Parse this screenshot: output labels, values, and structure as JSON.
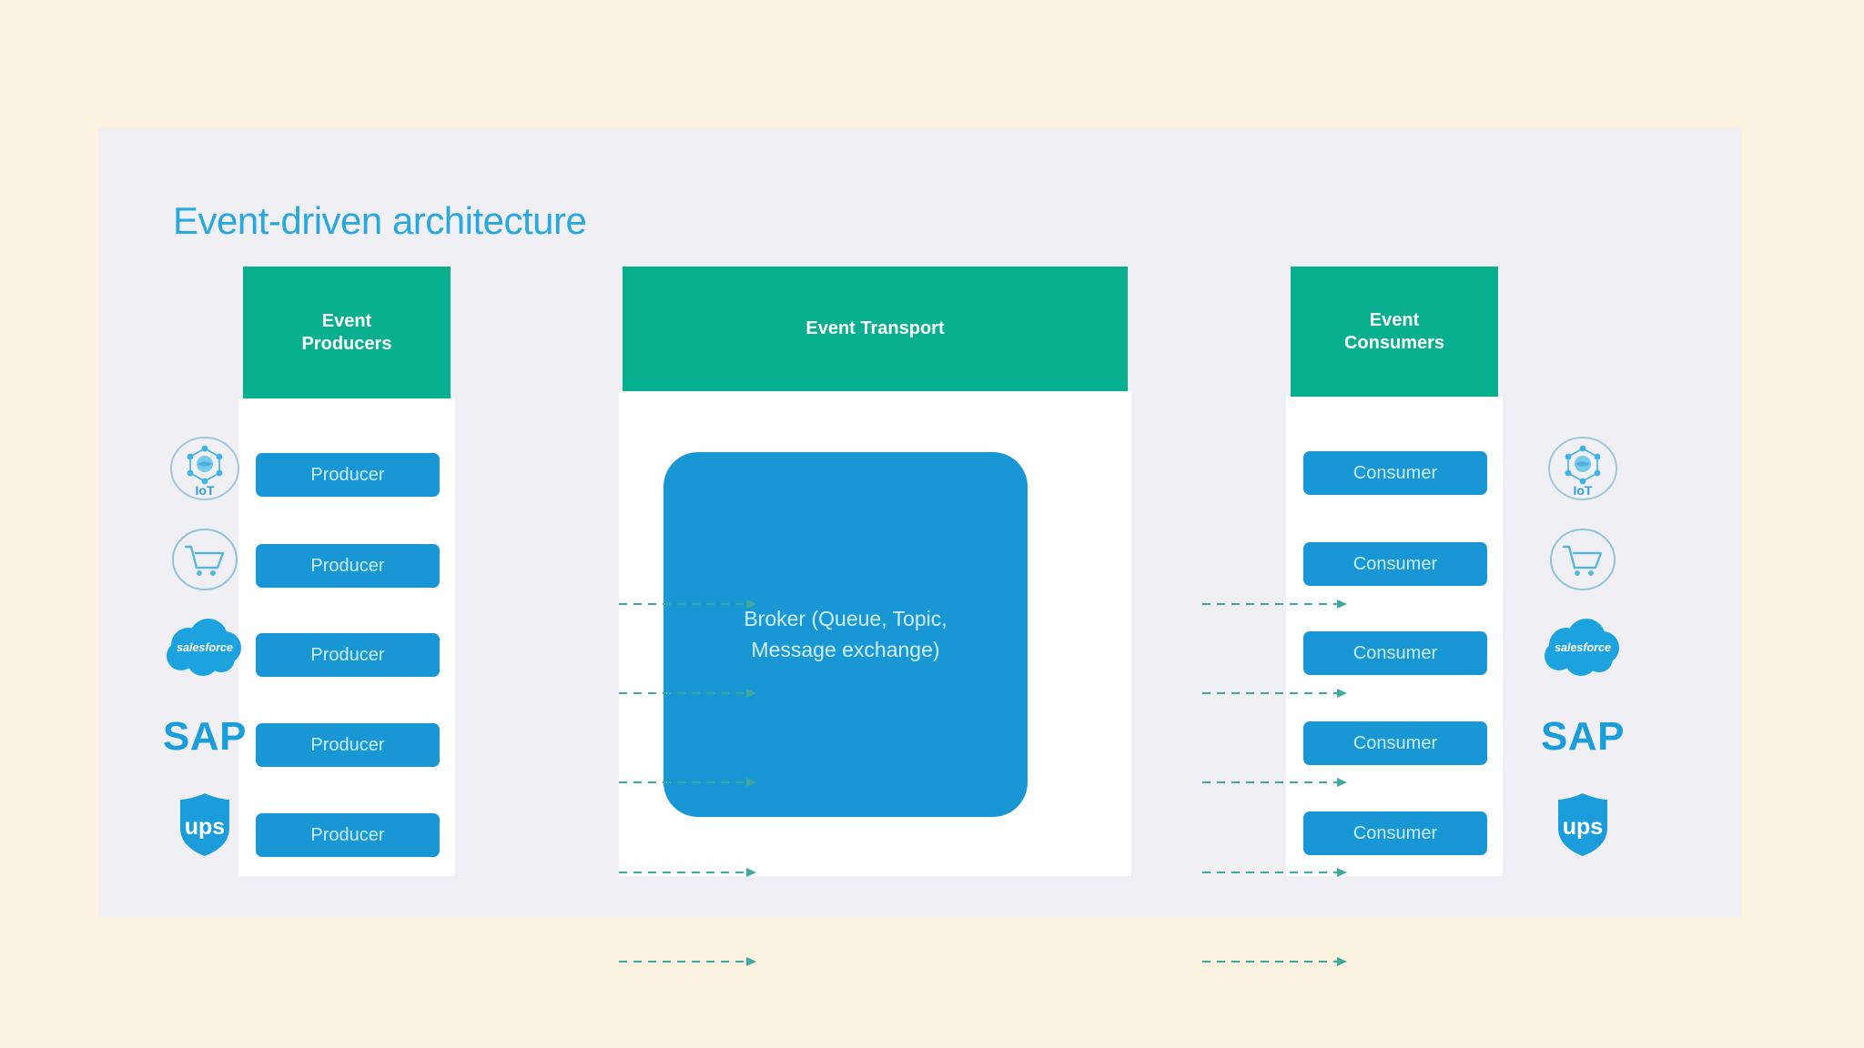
{
  "page": {
    "background_color": "#FBF3E0",
    "panel_color": "#F0EFF4"
  },
  "diagram": {
    "title": "Event-driven architecture",
    "title_color": "#29A8DE",
    "accent_green": "#08AF8F",
    "accent_blue": "#1897D4",
    "arrow_color": "#3FA9A0"
  },
  "columns": {
    "producers": {
      "header": "Event\nProducers",
      "header_line1": "Event",
      "header_line2": "Producers",
      "nodes": [
        {
          "label": "Producer"
        },
        {
          "label": "Producer"
        },
        {
          "label": "Producer"
        },
        {
          "label": "Producer"
        },
        {
          "label": "Producer"
        }
      ]
    },
    "transport": {
      "header": "Event Transport",
      "broker": {
        "line1": "Broker (Queue, Topic,",
        "line2": "Message exchange)"
      }
    },
    "consumers": {
      "header_line1": "Event",
      "header_line2": "Consumers",
      "nodes": [
        {
          "label": "Consumer"
        },
        {
          "label": "Consumer"
        },
        {
          "label": "Consumer"
        },
        {
          "label": "Consumer"
        },
        {
          "label": "Consumer"
        }
      ]
    }
  },
  "source_systems": [
    {
      "icon": "iot-icon",
      "label": "IoT"
    },
    {
      "icon": "shopping-cart-icon",
      "label": ""
    },
    {
      "icon": "salesforce-logo",
      "label": "salesforce"
    },
    {
      "icon": "sap-logo",
      "label": "SAP"
    },
    {
      "icon": "ups-logo",
      "label": "ups"
    }
  ],
  "sink_systems": [
    {
      "icon": "iot-icon",
      "label": "IoT"
    },
    {
      "icon": "shopping-cart-icon",
      "label": ""
    },
    {
      "icon": "salesforce-logo",
      "label": "salesforce"
    },
    {
      "icon": "sap-logo",
      "label": "SAP"
    },
    {
      "icon": "ups-logo",
      "label": "ups"
    }
  ],
  "flows": {
    "producer_to_broker_count": 5,
    "broker_to_consumer_count": 5,
    "style": "dashed-arrow-right"
  }
}
